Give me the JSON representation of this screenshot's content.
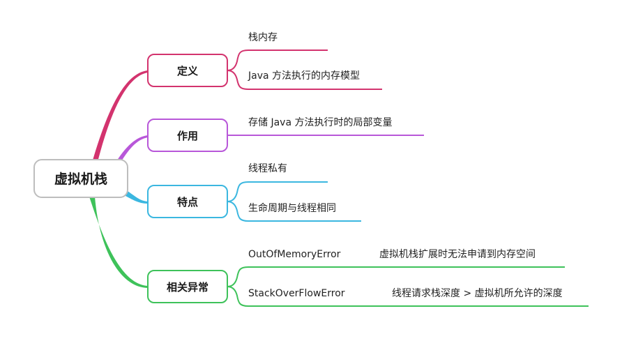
{
  "root": {
    "label": "虚拟机栈"
  },
  "branches": [
    {
      "label": "定义",
      "color": "#d3336e",
      "leaves": [
        {
          "text": "栈内存"
        },
        {
          "text": "Java 方法执行的内存模型"
        }
      ]
    },
    {
      "label": "作用",
      "color": "#b857d9",
      "leaves": [
        {
          "text": "存储 Java 方法执行时的局部变量"
        }
      ]
    },
    {
      "label": "特点",
      "color": "#3bb7e0",
      "leaves": [
        {
          "text": "线程私有"
        },
        {
          "text": "生命周期与线程相同"
        }
      ]
    },
    {
      "label": "相关异常",
      "color": "#3ec25a",
      "leaves": [
        {
          "text": "OutOfMemoryError",
          "note": "虚拟机栈扩展时无法申请到内存空间"
        },
        {
          "text": "StackOverFlowError",
          "note": "线程请求栈深度 > 虚拟机所允许的深度"
        }
      ]
    }
  ]
}
